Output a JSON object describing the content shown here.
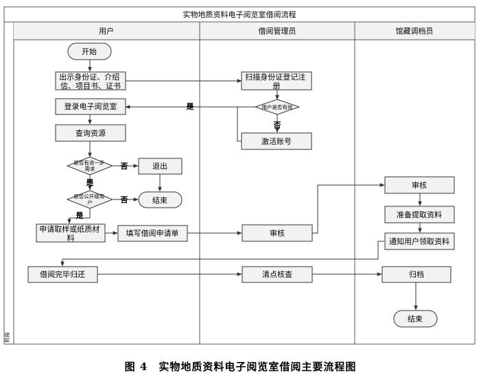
{
  "title": "实物地质资料电子阅览室借阅流程",
  "stage_label": "阶段",
  "lanes": [
    {
      "name": "用户"
    },
    {
      "name": "借阅管理员"
    },
    {
      "name": "馆藏调档员"
    }
  ],
  "nodes": {
    "start": "开始",
    "show_id": "出示身份证、介绍信、项目书、证书",
    "scan_id": "扫描身份证登记注册",
    "login": "登录电子阅览室",
    "user_valid": "用户是否有效",
    "activate": "激活账号",
    "query": "查询资源",
    "need_more": "是否有进一步需求",
    "exit": "退出",
    "is_public": "是否公开级用户",
    "end_user": "结束",
    "apply": "申请取样或纸质材料",
    "fill_form": "填写借阅申请单",
    "review_admin": "审核",
    "review_archive": "审核",
    "prepare": "准备提取资料",
    "notify": "通知用户领取资料",
    "return": "借阅完毕归还",
    "check": "清点核查",
    "archive": "归档",
    "end_final": "结束"
  },
  "branch_labels": {
    "valid_yes": "是",
    "valid_no": "否",
    "need_no": "否",
    "need_yes": "是",
    "public_no": "否",
    "public_yes": "是"
  },
  "caption": "图 4　实物地质资料电子阅览室借阅主要流程图"
}
